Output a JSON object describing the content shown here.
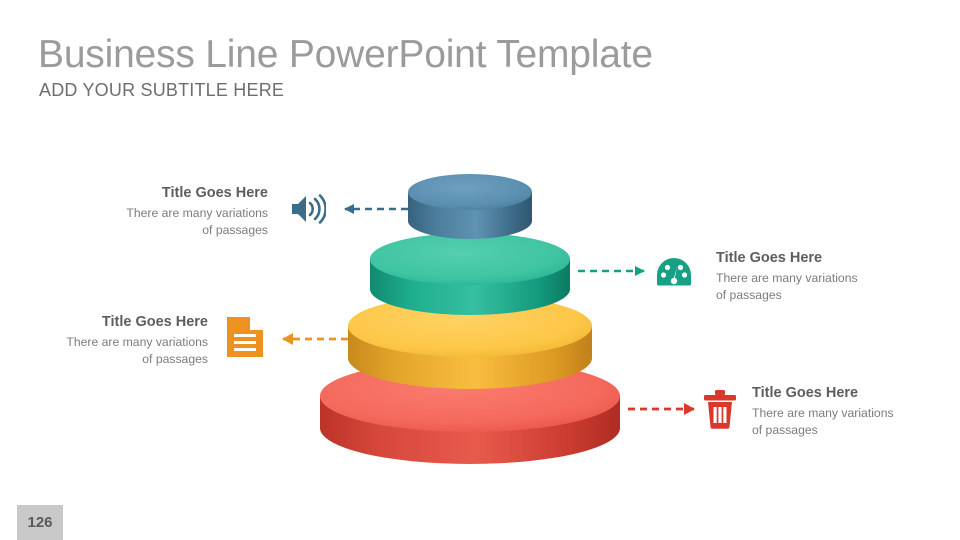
{
  "header": {
    "title": "Business Line PowerPoint Template",
    "subtitle": "ADD YOUR SUBTITLE HERE",
    "title_color": "#9b9b9b",
    "subtitle_color": "#6e6e6e"
  },
  "page_badge": {
    "number": "126",
    "background": "#c9c9c9",
    "text_color": "#5a5a5a"
  },
  "diagram": {
    "type": "3d-layered-cylinder-stack",
    "layers": [
      {
        "index": 1,
        "position": "top",
        "color_top": "#5b8fb0",
        "color_side": "#3f728f",
        "icon": "speaker-icon",
        "arrow_direction": "left",
        "arrow_color": "#3a6d8a"
      },
      {
        "index": 2,
        "position": "second",
        "color_top": "#3fc4a2",
        "color_side": "#159e80",
        "icon": "gauge-icon",
        "arrow_direction": "right",
        "arrow_color": "#16a085"
      },
      {
        "index": 3,
        "position": "third",
        "color_top": "#fdc748",
        "color_side": "#d89724",
        "icon": "document-icon",
        "arrow_direction": "left",
        "arrow_color": "#e8951f"
      },
      {
        "index": 4,
        "position": "bottom",
        "color_top": "#f4695c",
        "color_side": "#c8392f",
        "icon": "trash-icon",
        "arrow_direction": "right",
        "arrow_color": "#d8392c"
      }
    ]
  },
  "callouts": [
    {
      "id": "callout-1",
      "title": "Title Goes Here",
      "body": "There are many variations of passages",
      "body_line1": "There are many variations",
      "body_line2": "of passages",
      "icon": "speaker-icon",
      "icon_color": "#3a6d8a",
      "side": "left"
    },
    {
      "id": "callout-2",
      "title": "Title Goes Here",
      "body": "There are many variations of passages",
      "body_line1": "There are many variations",
      "body_line2": "of passages",
      "icon": "gauge-icon",
      "icon_color": "#16a085",
      "side": "right"
    },
    {
      "id": "callout-3",
      "title": "Title Goes Here",
      "body": "There are many variations of passages",
      "body_line1": "There are many variations",
      "body_line2": "of passages",
      "icon": "document-icon",
      "icon_color": "#ed9121",
      "side": "left"
    },
    {
      "id": "callout-4",
      "title": "Title Goes Here",
      "body": "There are many variations of passages",
      "body_line1": "There are many variations",
      "body_line2": "of passages",
      "icon": "trash-icon",
      "icon_color": "#d8392c",
      "side": "right"
    }
  ]
}
